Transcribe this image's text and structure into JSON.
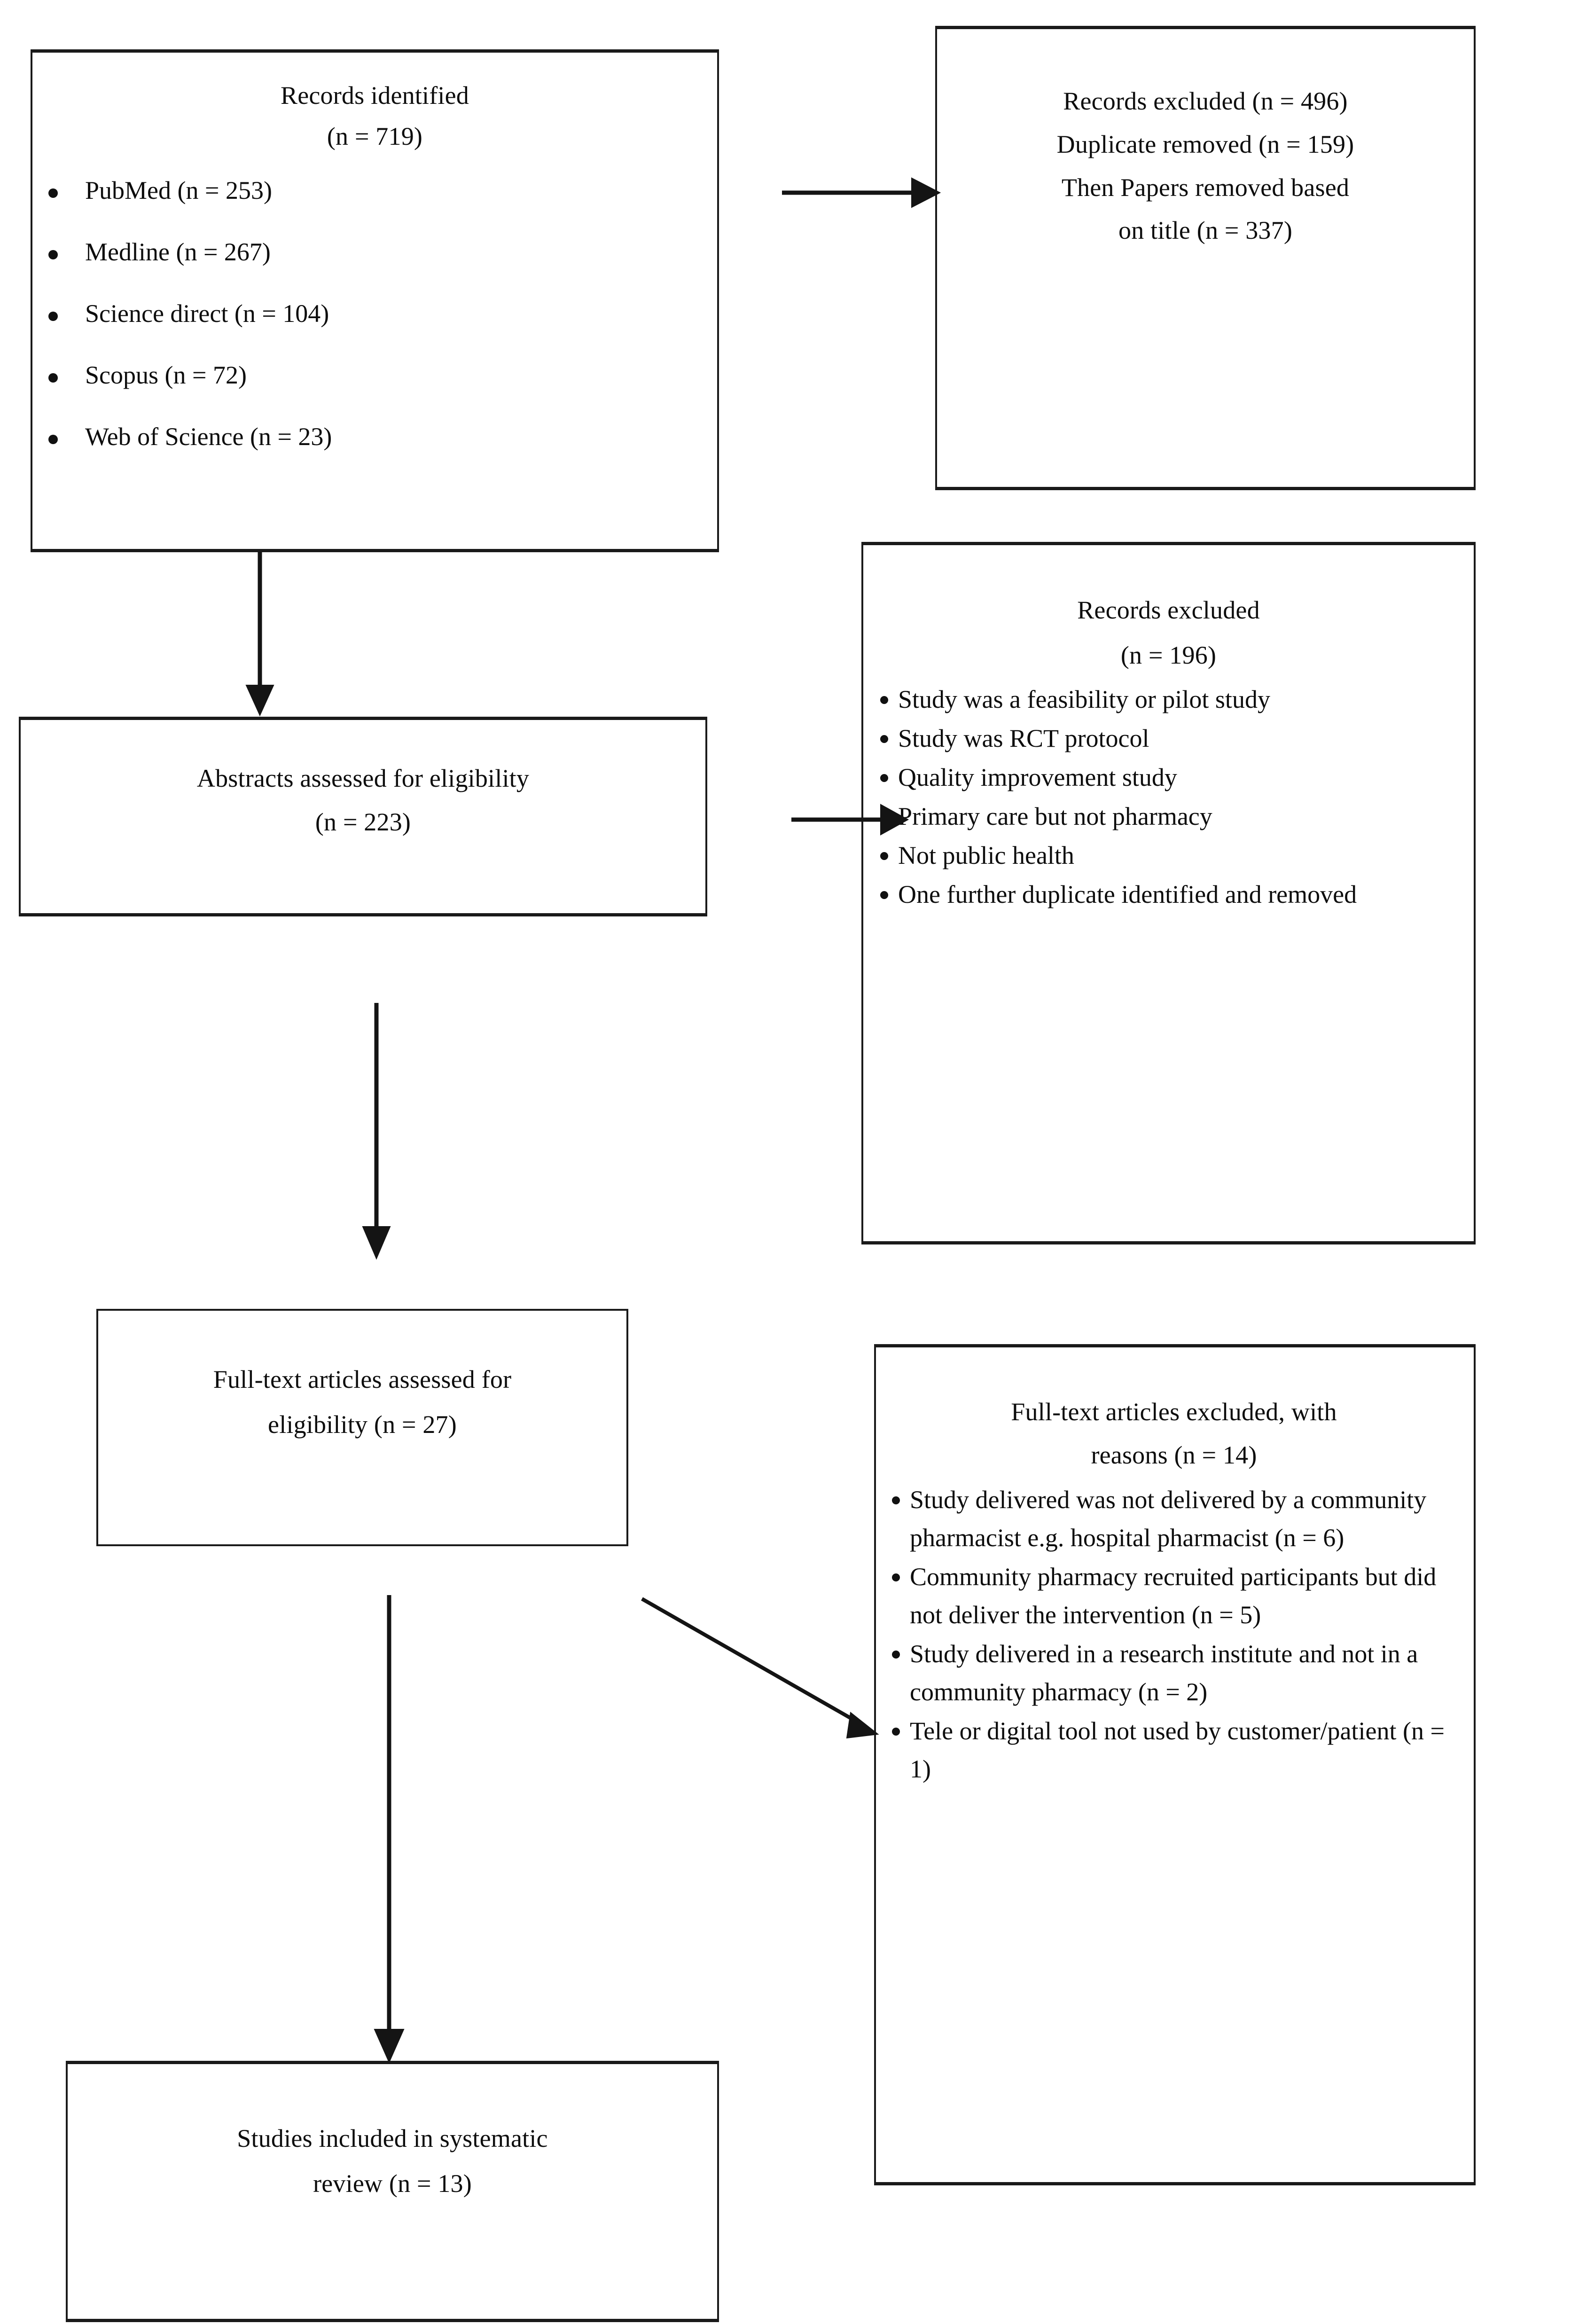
{
  "diagram": {
    "type": "prisma-flow-diagram",
    "boxes": [
      {
        "id": "records-identified",
        "title_lines": [
          "Records identified",
          "(n = 719)"
        ],
        "n": 719,
        "bullets": [
          "PubMed (n = 253)",
          "Medline (n = 267)",
          "Science direct (n = 104)",
          "Scopus (n = 72)",
          "Web of Science (n = 23)"
        ],
        "sources": [
          {
            "name": "PubMed",
            "n": 253
          },
          {
            "name": "Medline",
            "n": 267
          },
          {
            "name": "Science direct",
            "n": 104
          },
          {
            "name": "Scopus",
            "n": 72
          },
          {
            "name": "Web of Science",
            "n": 23
          }
        ]
      },
      {
        "id": "records-excluded-screening",
        "title_lines": [
          "Records excluded (n = 496)",
          "Duplicate removed (n = 159)",
          "Then Papers removed based",
          "on title (n = 337)"
        ],
        "n": 496,
        "bullets": []
      },
      {
        "id": "abstracts-assessed",
        "title_lines": [
          "Abstracts assessed for eligibility",
          "(n = 223)"
        ],
        "n": 223,
        "bullets": []
      },
      {
        "id": "records-excluded-abstract",
        "title_lines": [
          "Records excluded",
          "(n = 196)"
        ],
        "n": 196,
        "bullets": [
          "Study was a feasibility or pilot study",
          "Study was RCT protocol",
          "Quality improvement study",
          "Primary care but not pharmacy",
          "Not public health",
          "One further duplicate identified and removed"
        ]
      },
      {
        "id": "fulltext-assessed",
        "title_lines": [
          "Full-text articles assessed for",
          "eligibility (n = 27)"
        ],
        "n": 27,
        "bullets": []
      },
      {
        "id": "fulltext-excluded",
        "title_lines": [
          "Full-text articles excluded, with",
          "reasons (n = 14)"
        ],
        "n": 14,
        "bullets": [
          "Study delivered was not delivered by a community pharmacist e.g. hospital pharmacist (n = 6)",
          "Community pharmacy recruited participants but did not deliver the intervention (n = 5)",
          "Study delivered in a research institute and not in a community pharmacy (n = 2)",
          "Tele or digital tool not used by customer/patient (n = 1)"
        ]
      },
      {
        "id": "studies-included",
        "title_lines": [
          "Studies included in systematic",
          "review (n = 13)"
        ],
        "n": 13,
        "bullets": []
      }
    ],
    "connectors": [
      {
        "id": "identified-to-excluded",
        "kind": "arrow-right"
      },
      {
        "id": "identified-to-abstracts",
        "kind": "arrow-down"
      },
      {
        "id": "abstracts-to-excluded",
        "kind": "arrow-right"
      },
      {
        "id": "abstracts-to-fulltext",
        "kind": "arrow-down"
      },
      {
        "id": "fulltext-to-excluded",
        "kind": "arrow-diagonal"
      },
      {
        "id": "fulltext-to-included",
        "kind": "arrow-down"
      }
    ],
    "colors": {
      "ink": "#141414",
      "paper": "#ffffff"
    }
  }
}
